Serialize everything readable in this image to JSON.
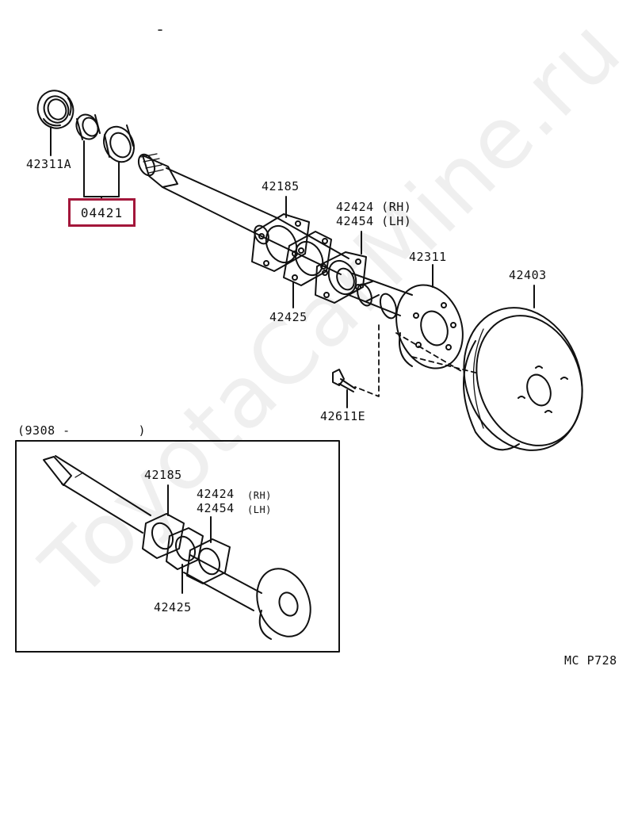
{
  "watermark": "ToyotaCarMine.ru",
  "highlight_color": "#a3163a",
  "labels": {
    "p42311A": "42311A",
    "p04421": "04421",
    "p42185": "42185",
    "p42424_rh": "42424 (RH)",
    "p42454_lh": "42454 (LH)",
    "p42311": "42311",
    "p42403": "42403",
    "p42425": "42425",
    "p42611E": "42611E"
  },
  "inset": {
    "date_range": "(9308 -         )",
    "p42185": "42185",
    "p42424": "42424",
    "p42424_side": "(RH)",
    "p42454": "42454",
    "p42454_side": "(LH)",
    "p42425": "42425"
  },
  "catalog_code": "MC P728"
}
